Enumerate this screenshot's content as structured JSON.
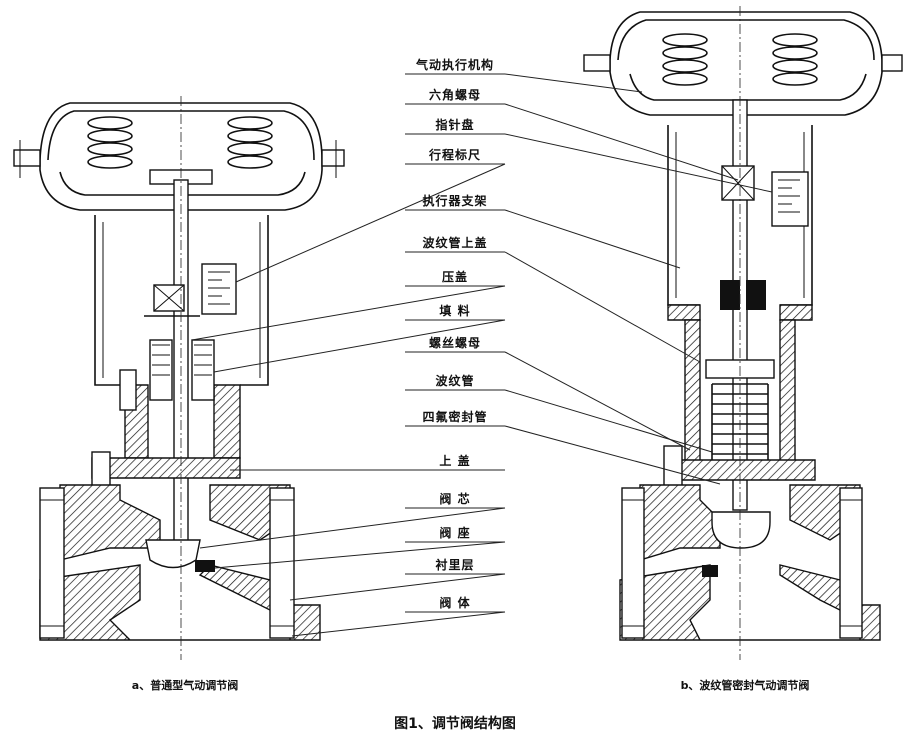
{
  "labels": [
    "气动执行机构",
    "六角螺母",
    "指针盘",
    "行程标尺",
    "执行器支架",
    "波纹管上盖",
    "压盖",
    "填  料",
    "螺丝螺母",
    "波纹管",
    "四氟密封管",
    "上  盖",
    "阀  芯",
    "阀  座",
    "衬里层",
    "阀  体"
  ],
  "captions": {
    "left": "a、普通型气动调节阀",
    "right": "b、波纹管密封气动调节阀",
    "figure": "图1、调节阀结构图"
  }
}
